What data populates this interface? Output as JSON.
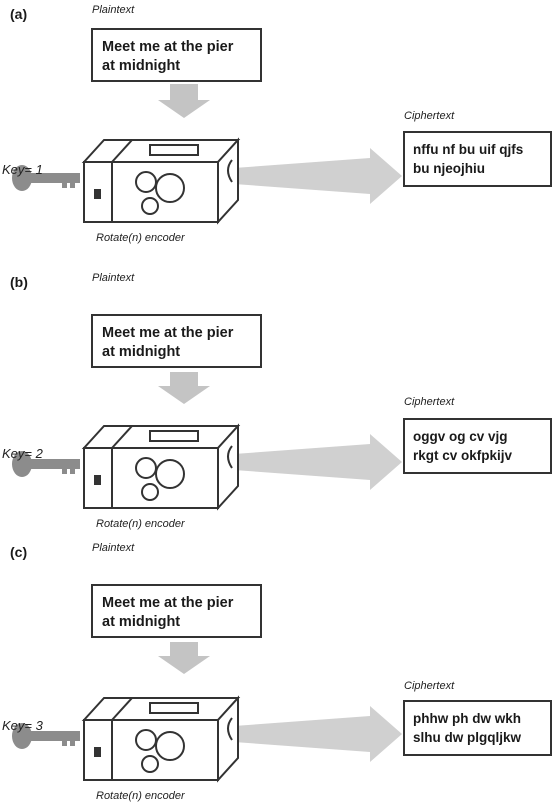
{
  "panels": [
    {
      "letter": "(a)",
      "plaintext_label": "Plaintext",
      "plaintext_lines": [
        "Meet me at the pier",
        "at midnight"
      ],
      "key_label": "Key= 1",
      "encoder_label": "Rotate(n) encoder",
      "ciphertext_label": "Ciphertext",
      "ciphertext_lines": [
        "nffu nf bu uif qjfs",
        "bu njeojhiu"
      ]
    },
    {
      "letter": "(b)",
      "plaintext_label": "Plaintext",
      "plaintext_lines": [
        "Meet me at the pier",
        "at midnight"
      ],
      "key_label": "Key= 2",
      "encoder_label": "Rotate(n) encoder",
      "ciphertext_label": "Ciphertext",
      "ciphertext_lines": [
        "oggv og cv vjg",
        "rkgt cv okfpkijv"
      ]
    },
    {
      "letter": "(c)",
      "plaintext_label": "Plaintext",
      "plaintext_lines": [
        "Meet me at the pier",
        "at midnight"
      ],
      "key_label": "Key= 3",
      "encoder_label": "Rotate(n) encoder",
      "ciphertext_label": "Ciphertext",
      "ciphertext_lines": [
        "phhw ph dw wkh",
        "slhu dw plgqljkw"
      ]
    }
  ],
  "colors": {
    "arrow": "#c4c4c4",
    "outline": "#333333",
    "key": "#8c8c8c"
  }
}
